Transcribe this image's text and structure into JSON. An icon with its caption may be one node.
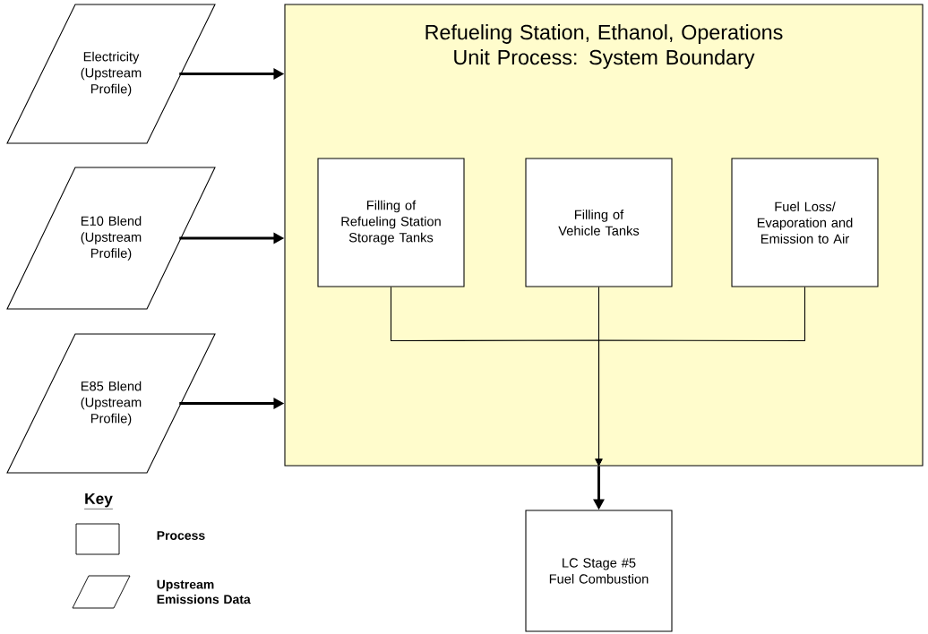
{
  "diagram": {
    "nodes": [
      {
        "text": [
          "Electricity (Upstream Profile)"
        ]
      },
      {
        "text": [
          "E10 Blend (Upstream Profile)"
        ]
      },
      {
        "text": [
          "E85 Blend (Upstream Profile)"
        ]
      },
      {
        "text": [
          "Refueling Station, Ethanol, Operations Unit Process: System Boundary"
        ]
      },
      {
        "text": [
          "Filling of Refueling Station Storage Tanks"
        ],
        "in": 3
      },
      {
        "text": [
          "Filling of Vehicle Tanks"
        ],
        "in": 3
      },
      {
        "text": [
          "Fuel Loss/ Evaporation and Emission to Air"
        ],
        "in": 3
      },
      {
        "text": [
          "LC Stage #5 Fuel Combustion"
        ]
      }
    ],
    "edges": [
      {
        "from": 0,
        "to": 3,
        "arrow": "to"
      },
      {
        "from": 1,
        "to": 3,
        "arrow": "to"
      },
      {
        "from": 2,
        "to": 3,
        "arrow": "to"
      },
      {
        "from": 4,
        "to": 3,
        "arrow": "to"
      },
      {
        "from": 5,
        "to": 3,
        "arrow": "to"
      },
      {
        "from": 6,
        "to": 3,
        "arrow": "to"
      },
      {
        "from": 3,
        "to": 7,
        "arrow": "to"
      }
    ],
    "labels": [
      "Key"
    ],
    "legend": [
      {
        "text": "Process"
      },
      {
        "text": "Upstream Emissions Data"
      }
    ]
  }
}
